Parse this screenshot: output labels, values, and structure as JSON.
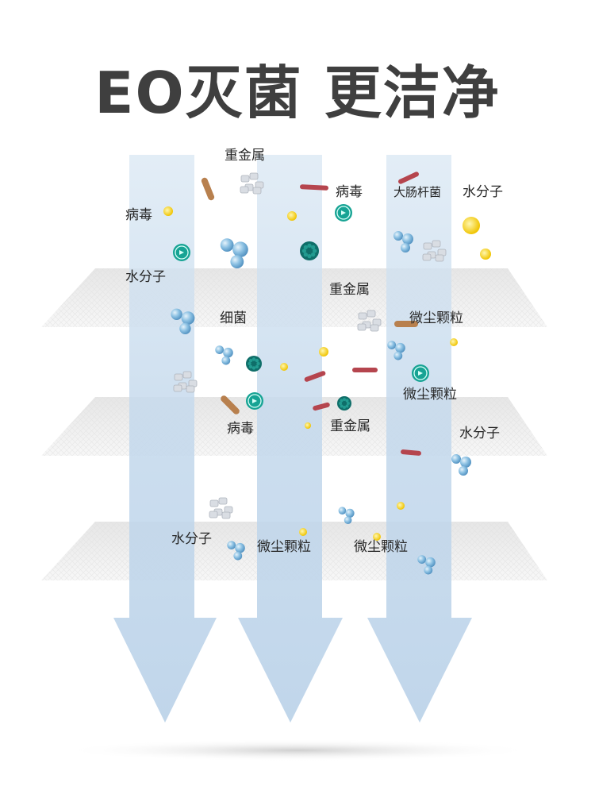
{
  "title": "EO灭菌 更洁净",
  "colors": {
    "arrow": "#c9dcee",
    "filter_layer": "#eeeeee",
    "title_text": "#3f3f3f",
    "label_text": "#262626",
    "virus": "#17a394",
    "bacteria_dark": "#0f6e69",
    "ecoli": "#b5454e",
    "rod_bacteria": "#b8804e",
    "dust": "#f4d21e",
    "water_molecule": "#7fb6dd",
    "heavy_metal": "#d9dde3"
  },
  "labels": {
    "heavy_metal_top": "重金属",
    "virus_left": "病毒",
    "virus_top": "病毒",
    "ecoli": "大肠杆菌",
    "water_top_right": "水分子",
    "water_left": "水分子",
    "heavy_metal_mid": "重金属",
    "bacteria": "细菌",
    "dust_mid_right": "微尘颗粒",
    "dust_right_lower": "微尘颗粒",
    "virus_low": "病毒",
    "heavy_metal_low": "重金属",
    "water_right_low": "水分子",
    "water_bottom_left": "水分子",
    "dust_bottom_center": "微尘颗粒",
    "dust_bottom_right": "微尘颗粒"
  },
  "icons": [
    "virus-icon",
    "bacteria-icon",
    "ecoli-icon",
    "rod-bacteria-icon",
    "dust-particle-icon",
    "water-molecule-icon",
    "heavy-metal-icon",
    "down-arrow-icon",
    "filter-layer-icon"
  ]
}
